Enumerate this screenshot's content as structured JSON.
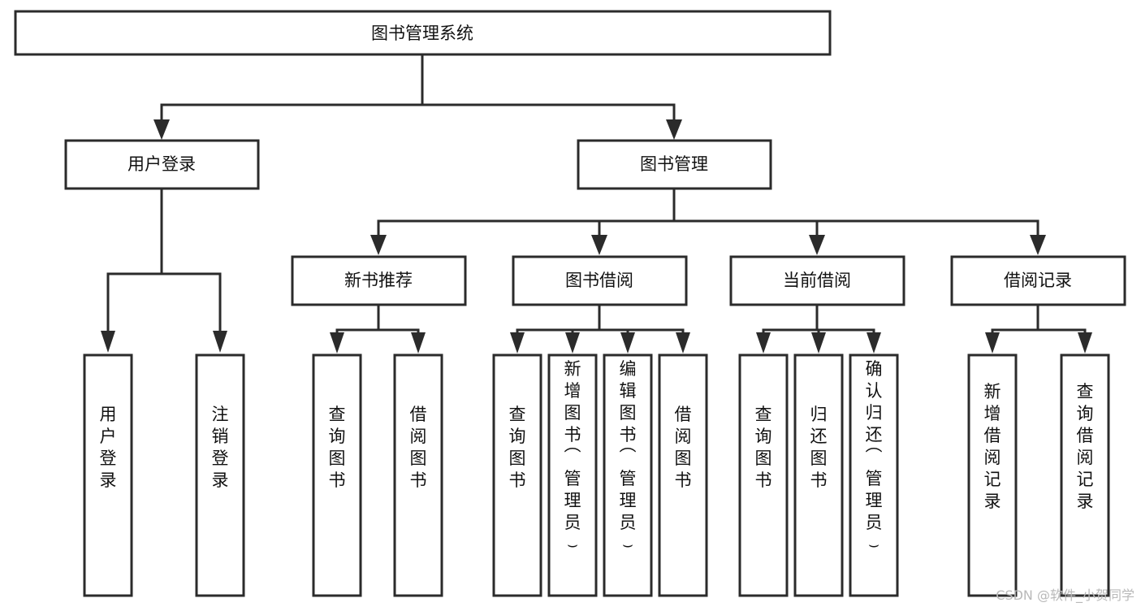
{
  "diagram": {
    "title_node": {
      "id": "root",
      "label": "图书管理系统",
      "orientation": "horizontal"
    },
    "level1": [
      {
        "id": "user-login",
        "label": "用户登录",
        "orientation": "horizontal"
      },
      {
        "id": "book-management",
        "label": "图书管理",
        "orientation": "horizontal"
      }
    ],
    "level2": [
      {
        "id": "new-book-recommend",
        "label": "新书推荐",
        "orientation": "horizontal",
        "parent": "book-management"
      },
      {
        "id": "book-borrow",
        "label": "图书借阅",
        "orientation": "horizontal",
        "parent": "book-management"
      },
      {
        "id": "current-borrow",
        "label": "当前借阅",
        "orientation": "horizontal",
        "parent": "book-management"
      },
      {
        "id": "borrow-record",
        "label": "借阅记录",
        "orientation": "horizontal",
        "parent": "book-management"
      }
    ],
    "leaves": [
      {
        "id": "leaf-user-login",
        "label": "用户登录",
        "orientation": "vertical",
        "parent": "user-login"
      },
      {
        "id": "leaf-logout",
        "label": "注销登录",
        "orientation": "vertical",
        "parent": "user-login"
      },
      {
        "id": "leaf-query-book-1",
        "label": "查询图书",
        "orientation": "vertical",
        "parent": "new-book-recommend"
      },
      {
        "id": "leaf-borrow-book-1",
        "label": "借阅图书",
        "orientation": "vertical",
        "parent": "new-book-recommend"
      },
      {
        "id": "leaf-query-book-2",
        "label": "查询图书",
        "orientation": "vertical",
        "parent": "book-borrow"
      },
      {
        "id": "leaf-add-book",
        "label": "新增图书（管理员）",
        "orientation": "vertical",
        "parent": "book-borrow"
      },
      {
        "id": "leaf-edit-book",
        "label": "编辑图书（管理员）",
        "orientation": "vertical",
        "parent": "book-borrow"
      },
      {
        "id": "leaf-borrow-book-2",
        "label": "借阅图书",
        "orientation": "vertical",
        "parent": "book-borrow"
      },
      {
        "id": "leaf-query-book-3",
        "label": "查询图书",
        "orientation": "vertical",
        "parent": "current-borrow"
      },
      {
        "id": "leaf-return-book",
        "label": "归还图书",
        "orientation": "vertical",
        "parent": "current-borrow"
      },
      {
        "id": "leaf-confirm-return",
        "label": "确认归还（管理员）",
        "orientation": "vertical",
        "parent": "current-borrow"
      },
      {
        "id": "leaf-add-record",
        "label": "新增借阅记录",
        "orientation": "vertical",
        "parent": "borrow-record"
      },
      {
        "id": "leaf-query-record",
        "label": "查询借阅记录",
        "orientation": "vertical",
        "parent": "borrow-record"
      }
    ],
    "colors": {
      "background": "#ffffff",
      "box_fill": "#ffffff",
      "box_stroke": "#2b2b2b",
      "connector": "#2b2b2b",
      "text": "#111111",
      "watermark": "#b9b9b9"
    }
  },
  "watermark": {
    "text": "CSDN @软件_小贺同学"
  }
}
